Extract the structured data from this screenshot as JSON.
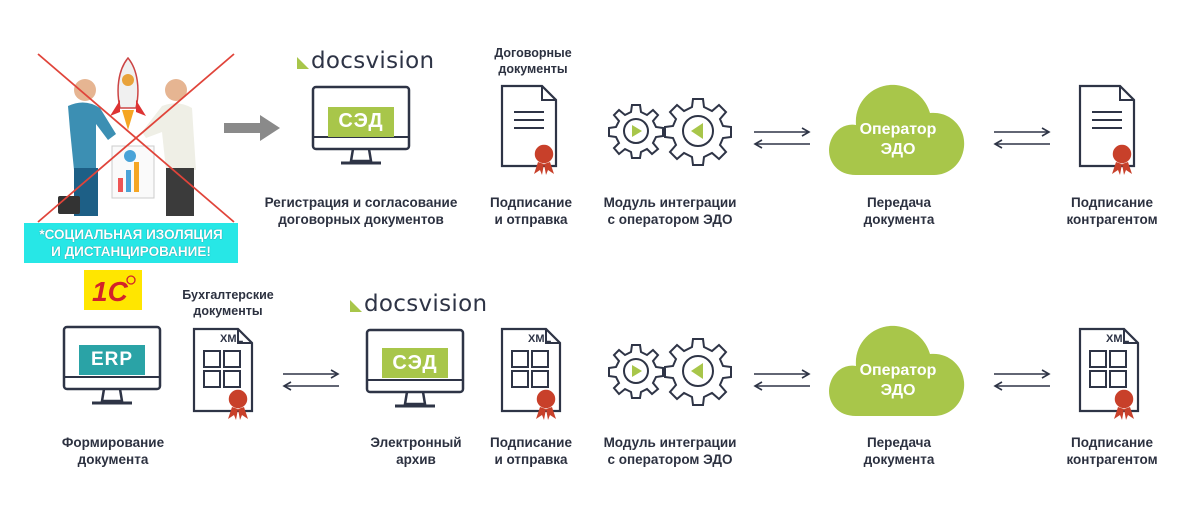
{
  "banner": {
    "line1": "*СОЦИАЛЬНАЯ ИЗОЛЯЦИЯ",
    "line2": "И ДИСТАНЦИРОВАНИЕ!"
  },
  "brand": "docsvision",
  "logo_1c": "1С",
  "colors": {
    "green": "#a8c64a",
    "teal": "#2aa3a6",
    "dark": "#2e3446",
    "red": "#c8402a",
    "cyan": "#27e7e6",
    "yellow": "#ffe600"
  },
  "row1": {
    "top_label": {
      "line1": "Договорные",
      "line2": "документы"
    },
    "sed": "СЭД",
    "cap_sed": {
      "line1": "Регистрация и согласование",
      "line2": "договорных документов"
    },
    "cap_sign": {
      "line1": "Подписание",
      "line2": "и отправка"
    },
    "cap_module": {
      "line1": "Модуль интеграции",
      "line2": "с оператором ЭДО"
    },
    "cloud": {
      "line1": "Оператор",
      "line2": "ЭДО"
    },
    "cap_transfer": {
      "line1": "Передача",
      "line2": "документа"
    },
    "cap_counter": {
      "line1": "Подписание",
      "line2": "контрагентом"
    }
  },
  "row2": {
    "top_label": {
      "line1": "Бухгалтерские",
      "line2": "документы"
    },
    "erp": "ERP",
    "cap_erp": {
      "line1": "Формирование",
      "line2": "документа"
    },
    "sed": "СЭД",
    "cap_archive": {
      "line1": "Электронный",
      "line2": "архив"
    },
    "xml": "XML",
    "cap_sign": {
      "line1": "Подписание",
      "line2": "и отправка"
    },
    "cap_module": {
      "line1": "Модуль интеграции",
      "line2": "с оператором ЭДО"
    },
    "cloud": {
      "line1": "Оператор",
      "line2": "ЭДО"
    },
    "cap_transfer": {
      "line1": "Передача",
      "line2": "документа"
    },
    "cap_counter": {
      "line1": "Подписание",
      "line2": "контрагентом"
    }
  }
}
